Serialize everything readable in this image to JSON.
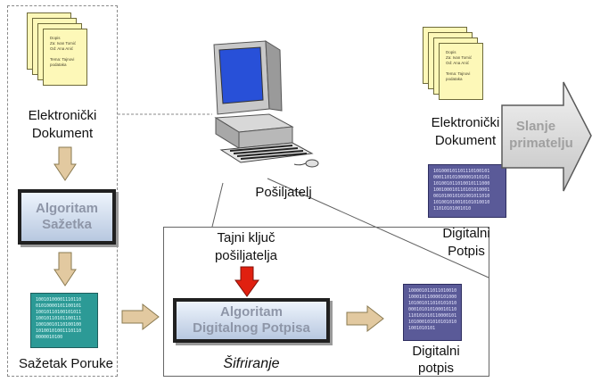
{
  "left_document": {
    "label_line1": "Elektronički",
    "label_line2": "Dokument",
    "doc_text": "Dopis\nZa: Ivan Tomić\nOd: Ana Anić\n\nTema: Tajnovi\npodataka"
  },
  "hash_algorithm": {
    "line1": "Algoritam",
    "line2": "Sažetka"
  },
  "message_digest": {
    "label": "Sažetak Poruke",
    "bits": "10010100001110110\n01010000101100101\n10010110100101011\n10010110101100111\n10010010110100100\n10100101001110110\n0000010100"
  },
  "sender": {
    "label": "Pošiljatelj"
  },
  "private_key": {
    "line1": "Tajni ključ",
    "line2": "pošiljatelja"
  },
  "signature_algorithm": {
    "line1": "Algoritam",
    "line2": "Digitalnog Potpisa"
  },
  "encryption": {
    "label": "Šifriranje"
  },
  "signature_result": {
    "label_line1": "Digitalni",
    "label_line2": "potpis",
    "bits": "100001011011010010\n100010110000101000\n101001011010101010\n000101010100010110\n110101010110000101\n101000101010101010\n1001010101"
  },
  "right_document": {
    "label_line1": "Elektronički",
    "label_line2": "Dokument",
    "doc_text": "Dopis\nZa: Ivan Tomić\nOd: Ana Anić\n\nTema: Tajnovi\npodataka"
  },
  "right_signature": {
    "label_line1": "Digitalni",
    "label_line2": "Potpis",
    "bits": "101000101101110100101\n000110101000001010101\n101001011010010111000\n100100010110101010001\n001010010101001011010\n101001010010101010010\n11010101001010"
  },
  "send_arrow": {
    "line1": "Slanje",
    "line2": "primatelju"
  },
  "colors": {
    "document": "#fdf8b8",
    "bits_purple": "#5a5a98",
    "bits_teal": "#2c9a96",
    "key_arrow": "#e02010",
    "flow_arrow": "#e2c9a0",
    "send_arrow": "#d0d0d0"
  }
}
